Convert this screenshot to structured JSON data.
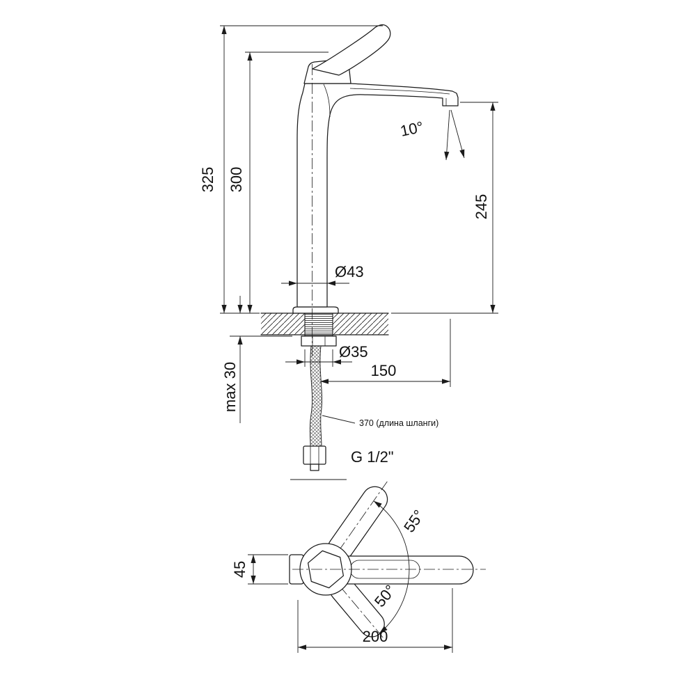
{
  "drawing": {
    "type": "faucet-installation-dimensions",
    "front_view": {
      "total_height_mm": "325",
      "body_height_mm": "300",
      "spout_tilt_angle": "10°",
      "spout_outlet_height_mm": "245",
      "body_diameter": "Ø43",
      "shank_diameter": "Ø35",
      "spout_reach_mm": "150",
      "max_deck_thickness": "max 30",
      "hose_note": "370 (длина шланги)",
      "connection_thread": "G 1/2\""
    },
    "top_view": {
      "handle_swing_up": "55°",
      "handle_swing_down": "50°",
      "body_width_mm": "45",
      "overall_length_mm": "200"
    }
  }
}
